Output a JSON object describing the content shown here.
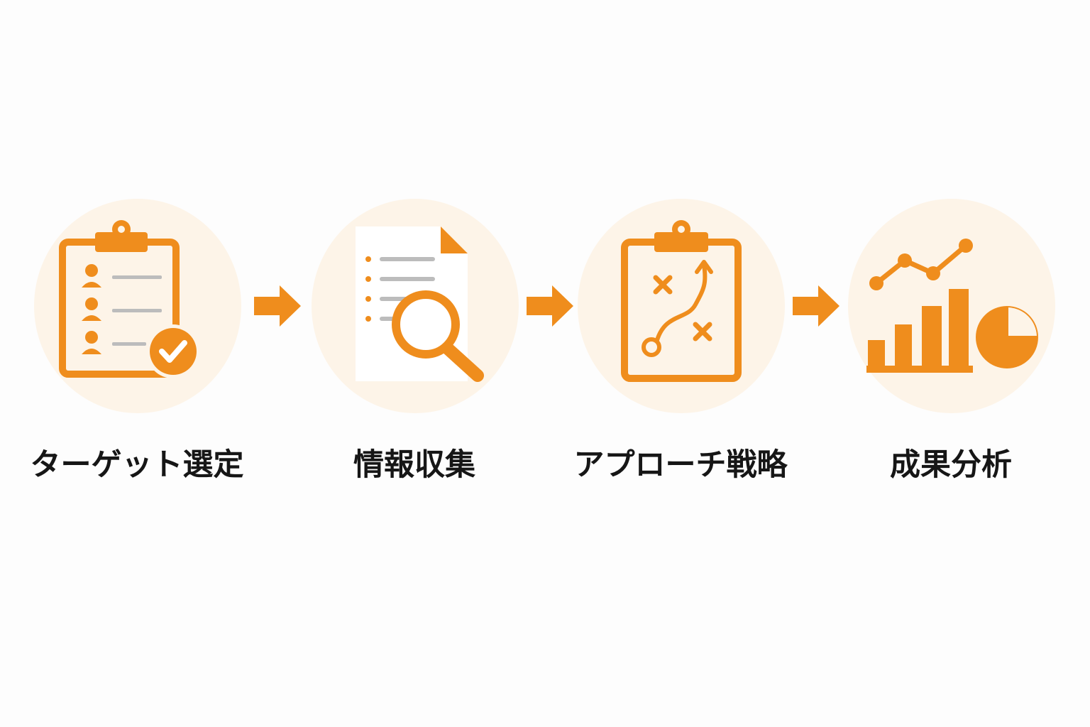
{
  "steps": [
    {
      "label": "ターゲット選定",
      "icon": "clipboard-checklist-icon"
    },
    {
      "label": "情報収集",
      "icon": "document-search-icon"
    },
    {
      "label": "アプローチ戦略",
      "icon": "strategy-clipboard-icon"
    },
    {
      "label": "成果分析",
      "icon": "analytics-chart-icon"
    }
  ],
  "colors": {
    "accent": "#ef8d1d",
    "circle_bg": "#fdf4e8",
    "line_gray": "#bcbcbc",
    "text": "#161616"
  }
}
